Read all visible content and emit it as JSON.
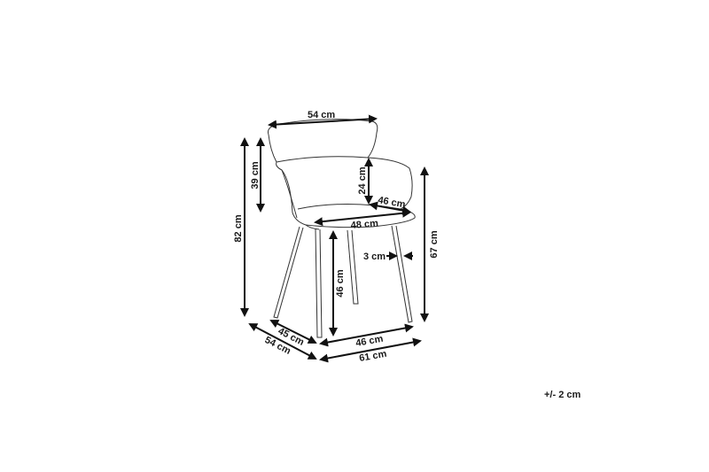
{
  "diagram": {
    "subject": "chair",
    "unit": "cm",
    "dimensions": {
      "back_width": "54 cm",
      "backrest_height": "39 cm",
      "total_height": "82 cm",
      "armrest_height_above_seat": "24 cm",
      "seat_depth": "46 cm",
      "seat_width": "48 cm",
      "leg_thickness": "3 cm",
      "armrest_height": "67 cm",
      "seat_height": "46 cm",
      "leg_span_depth": "45 cm",
      "total_depth": "54 cm",
      "leg_span_width": "46 cm",
      "total_width": "61 cm"
    },
    "tolerance": "+/- 2 cm"
  },
  "colors": {
    "line": "#333333",
    "arrow": "#111111",
    "text": "#1a1a1a",
    "background": "#ffffff"
  }
}
